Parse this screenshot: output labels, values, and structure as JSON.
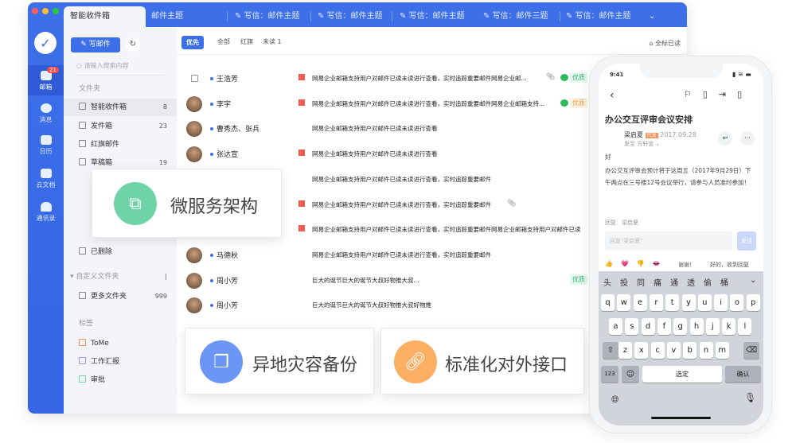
{
  "tabs": {
    "active": "智能收件箱",
    "items": [
      "邮件主题",
      "写信：邮件主题",
      "写信：邮件主题",
      "写信：邮件主题",
      "写信：邮件三题",
      "写信：邮件主题"
    ]
  },
  "rail": {
    "badge": "21",
    "items": [
      "邮箱",
      "消息",
      "日历",
      "云文档",
      "通讯录"
    ]
  },
  "folders": {
    "compose": "写邮件",
    "search_placeholder": "请输入搜索内容",
    "section": "文件夹",
    "items": [
      {
        "label": "智能收件箱",
        "count": "8"
      },
      {
        "label": "发件箱",
        "count": "23"
      },
      {
        "label": "红旗邮件",
        "count": ""
      },
      {
        "label": "草稿箱",
        "count": "19"
      },
      {
        "label": "已删除",
        "count": ""
      }
    ],
    "custom": "自定义文件夹",
    "custom_count": "|",
    "more": "更多文件夹",
    "more_count": "999",
    "tags_title": "标签",
    "tags": [
      "ToMe",
      "工作汇报",
      "审批"
    ]
  },
  "filters": {
    "items": [
      "优先",
      "全部",
      "红旗",
      "未读 1"
    ],
    "mark_all": "全标已读"
  },
  "mails": [
    {
      "name": "王浩芳",
      "flag": true,
      "text": "网易企业邮箱支持用户对邮件已读未读进行查看，实时追踪重要邮件网易企业邮...",
      "clip": true,
      "wx": true,
      "tag": "优质",
      "tagc": "g",
      "av": false
    },
    {
      "name": "李宇",
      "flag": true,
      "text": "网易企业邮箱支持用户对邮件已读未读进行查看，实时追踪重要邮件网易企业邮箱支持...",
      "wx": true,
      "tag": "优质",
      "tagc": "o",
      "av": true
    },
    {
      "name": "曹秀杰、张兵",
      "flag": false,
      "text": "网易企业邮箱支持用户对邮件已读未读进行查看",
      "av": true
    },
    {
      "name": "张达宣",
      "flag": true,
      "text": "网易企业邮箱支持用户对邮件已读未读进行查看",
      "av": true
    },
    {
      "name": "",
      "flag": false,
      "text": "网易企业邮箱支持用户对邮件已读未读进行查看，实时追踪重要邮件",
      "av": false
    },
    {
      "name": "",
      "flag": true,
      "text": "网易企业邮箱支持用户对邮件已读未读进行查看，实时追踪重要邮件",
      "clip": true,
      "av": false
    },
    {
      "name": "",
      "flag": true,
      "text": "网易企业邮箱支持用户对邮件已读未读进行查看，实时追踪重要邮件网易企业邮箱支持用户对邮件已读",
      "av": false
    },
    {
      "name": "马德秋",
      "flag": false,
      "text": "网易企业邮箱支持用户对邮件已读未读进行查看，实时追踪重要邮件",
      "av": true
    },
    {
      "name": "周小芳",
      "flag": false,
      "text": "巨大的诞节巨大的诞节大叔好物推大叔...",
      "tag": "优质",
      "tagc": "g",
      "av": true
    },
    {
      "name": "周小芳",
      "flag": false,
      "text": "巨大的诞节巨大的诞节大叔好物推大叔好物推",
      "av": true
    }
  ],
  "cards": {
    "micro": "微服务架构",
    "api": "标准化对外接口",
    "backup": "异地灾容备份"
  },
  "phone": {
    "time": "9:41",
    "subject": "办公交互评审会议安排",
    "sender": "梁启夏",
    "sender_tag": "代发",
    "date": "2017.09.28",
    "to": "发至 方轩宣",
    "greeting": "好",
    "body": "办公交互评审会预计将于这周五（2017年9月29日）下午两点在三号楼12号会议举行，请参与人员准时参加！",
    "reply_to": "回复：梁启夏",
    "reply_placeholder": "回复\"梁启夏\"",
    "send": "发送",
    "quick": [
      "谢谢！",
      "好的，收到回复"
    ],
    "candidates": [
      "头",
      "投",
      "同",
      "痛",
      "通",
      "透",
      "偷",
      "桶"
    ],
    "rows": [
      [
        "q",
        "w",
        "e",
        "r",
        "t",
        "y",
        "u",
        "i",
        "o",
        "p"
      ],
      [
        "a",
        "s",
        "d",
        "f",
        "g",
        "h",
        "j",
        "k",
        "l"
      ],
      [
        "z",
        "x",
        "c",
        "v",
        "b",
        "n",
        "m"
      ]
    ],
    "k123": "123",
    "space": "选定",
    "confirm": "确认"
  }
}
